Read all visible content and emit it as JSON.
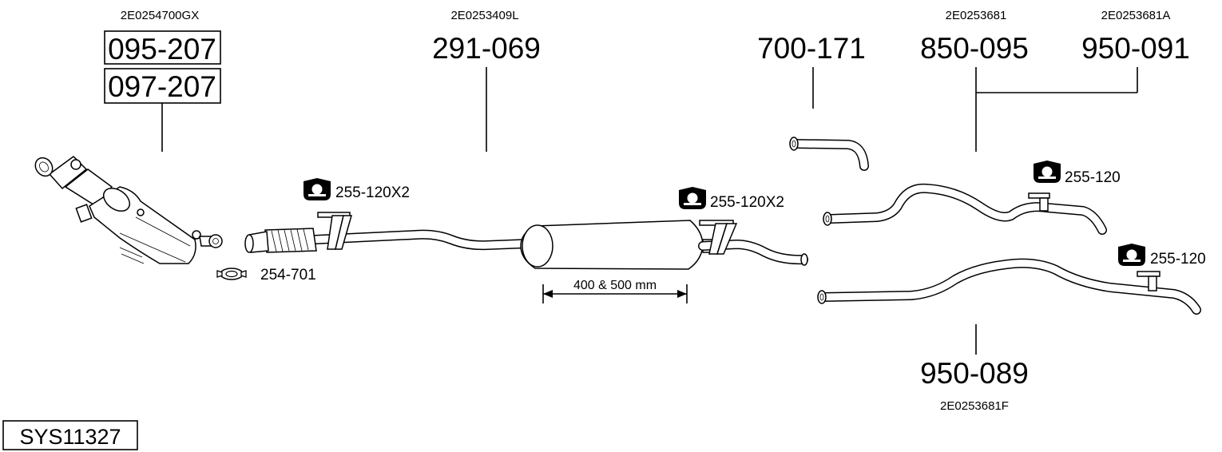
{
  "oem_numbers": [
    "2E0254700GX",
    "2E0253409L",
    "2E0253681",
    "2E0253681A",
    "2E0253681F"
  ],
  "part_numbers": [
    "095-207",
    "097-207",
    "291-069",
    "700-171",
    "850-095",
    "950-091",
    "950-089"
  ],
  "accessories": {
    "hanger_x2_a": "255-120X2",
    "hanger_x2_b": "255-120X2",
    "hanger_a": "255-120",
    "hanger_b": "255-120",
    "clamp": "254-701"
  },
  "dimension": "400 & 500 mm",
  "system_id": "SYS11327",
  "icons": [
    "rubber-hanger-icon",
    "clamp-icon"
  ]
}
